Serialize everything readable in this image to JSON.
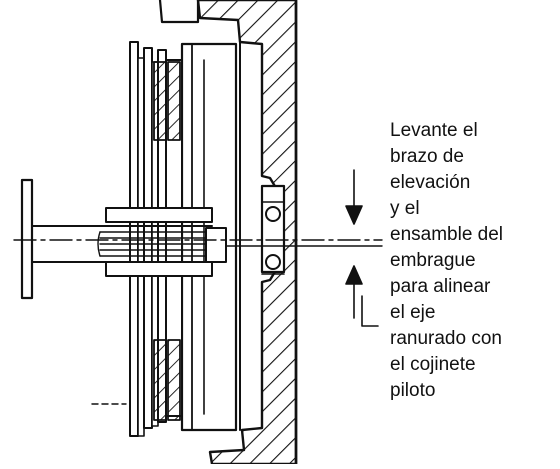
{
  "caption_lines": [
    "Levante el",
    "brazo de",
    "elevación",
    "y el",
    "ensamble del",
    "embrague",
    "para alinear",
    "el eje",
    "ranurado con",
    "el cojinete",
    "piloto"
  ]
}
